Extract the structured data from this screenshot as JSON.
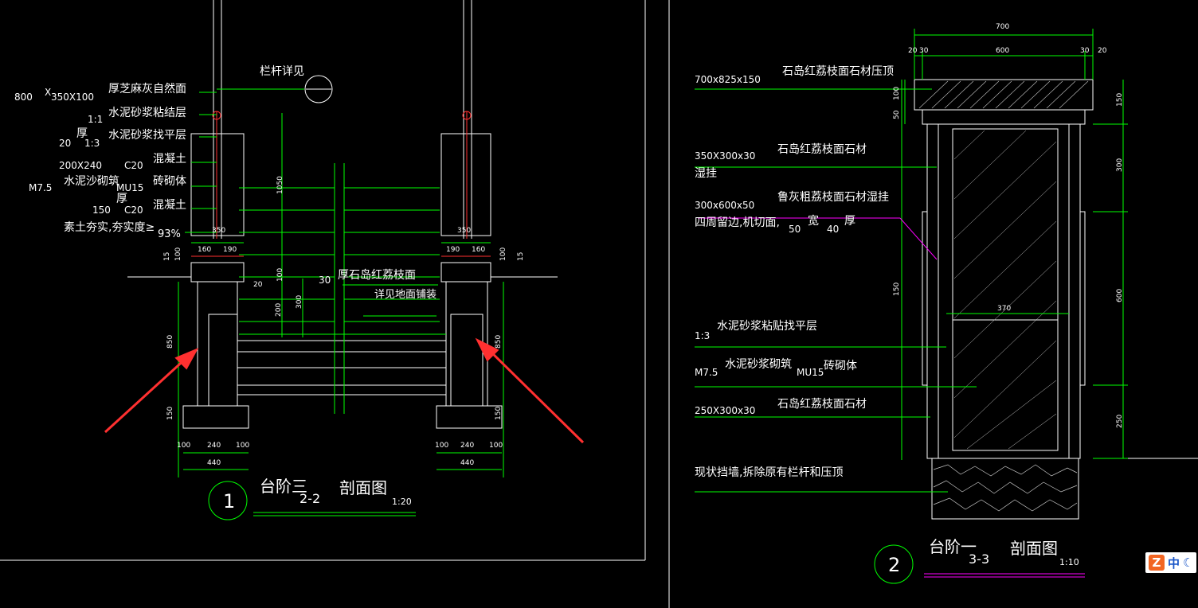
{
  "colors": {
    "background": "#000000",
    "line": "#ffffff",
    "text": "#ffffff",
    "dim": "#00ff00",
    "accent": "#ff3030",
    "magenta": "#ff00ff",
    "grey": "#c8c8c8"
  },
  "left": {
    "labels": {
      "l800": "800",
      "lx": "X",
      "l350x100": "350X100",
      "zhima": "厚芝麻灰自然面",
      "l11": "1:1",
      "sjnj": "水泥砂浆粘结层",
      "l20": "20",
      "hou": "厚",
      "l13": "1:3",
      "sjzp": "水泥砂浆找平层",
      "hnt1": "混凝土",
      "l200x240": "200X240",
      "c20a": "C20",
      "m75": "M7.5",
      "sjqz": "水泥沙砌筑",
      "mu15": "MU15",
      "zqt": "砖砌体",
      "hou2": "厚",
      "l150": "150",
      "c20b": "C20",
      "hnt2": "混凝土",
      "sutu": "素土夯实,夯实度≥",
      "pct": "93%",
      "langan": "栏杆详见",
      "l30": "30",
      "hou_stone": "厚石岛红荔枝面",
      "xiangjian": "详见地面铺装"
    },
    "dims": {
      "d160a": "160",
      "d190a": "190",
      "d190b": "190",
      "d160b": "160",
      "d350a": "350",
      "d350b": "350",
      "d15a": "15",
      "d100a": "100",
      "d100b": "100",
      "d15b": "15",
      "d1050": "1050",
      "d100c": "100",
      "d300": "300",
      "d200": "200",
      "d20": "20",
      "d850a": "850",
      "d850b": "850",
      "d150a": "150",
      "d150b": "150",
      "d100d": "100",
      "d240a": "240",
      "d100e": "100",
      "d440a": "440",
      "d100f": "100",
      "d240b": "240",
      "d100g": "100",
      "d440b": "440"
    },
    "title": {
      "num": "1",
      "main": "台阶三",
      "sub": "2-2",
      "name": "剖面图",
      "scale": "1:20"
    }
  },
  "right": {
    "labels": {
      "r700x825": "700x825x150",
      "rstone_top": "石岛红荔枝面石材压顶",
      "r350": "350X300x30",
      "rshigua": "湿挂",
      "rstone1": "石岛红荔枝面石材",
      "r300x600": "300x600x50",
      "rlugui": "鲁灰粗荔枝面石材湿挂",
      "rsizhou": "四周留边,机切面,",
      "r50": "50",
      "rkuan": "宽",
      "r40": "40",
      "rhou": "厚",
      "r13": "1:3",
      "rsjzt": "水泥砂浆粘贴找平层",
      "rm75": "M7.5",
      "rsjqz": "水泥砂浆砌筑",
      "rmu15": "MU15",
      "rzqt": "砖砌体",
      "r250": "250X300x30",
      "rstone2": "石岛红荔枝面石材",
      "rxianzhuang": "现状挡墙,拆除原有栏杆和压顶"
    },
    "dims": {
      "r700": "700",
      "r20a": "20",
      "r30a": "30",
      "r600": "600",
      "r30b": "30",
      "r20b": "20",
      "r100": "100",
      "r50v": "50",
      "r150v": "150",
      "r300v": "300",
      "r600v": "600",
      "r250v": "250",
      "r150left": "150",
      "r370": "370"
    },
    "title": {
      "num": "2",
      "main": "台阶一",
      "sub": "3-3",
      "name": "剖面图",
      "scale": "1:10"
    }
  },
  "badge": {
    "logo": "Z",
    "text": "中",
    "moon": "☾"
  }
}
